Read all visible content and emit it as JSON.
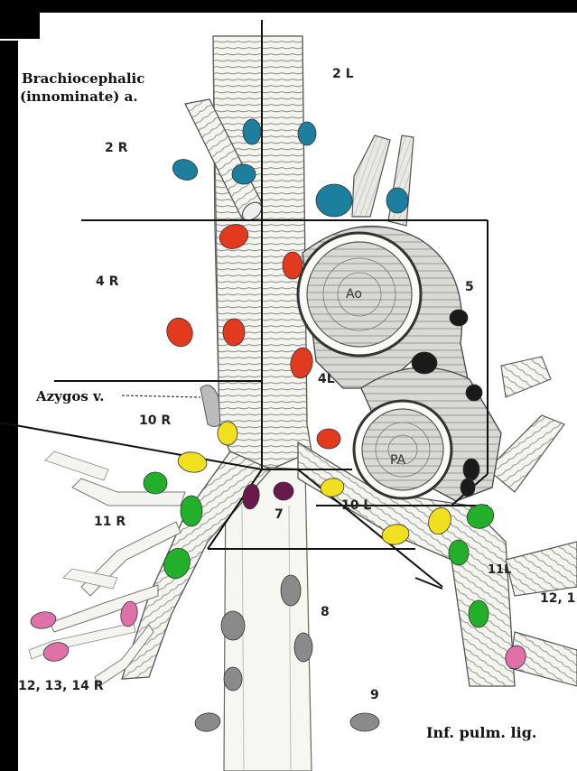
{
  "labels": {
    "brachiocephalic_line1": "Brachiocephalic",
    "brachiocephalic_line2": "(innominate) a.",
    "azygos": "Azygos v.",
    "inf_pulm_lig": "Inf. pulm. lig."
  },
  "vessels": {
    "aorta": "Ao",
    "pulmonary_artery": "PA"
  },
  "stations": {
    "s2L": "2 L",
    "s2R": "2 R",
    "s4R": "4 R",
    "s4L": "4L",
    "s5": "5",
    "s7": "7",
    "s8": "8",
    "s9": "9",
    "s10R": "10 R",
    "s10L": "10 L",
    "s11R": "11 R",
    "s11L": "11L",
    "s12_13_14R": "12, 13, 14 R",
    "s12L_partial": "12, 1"
  },
  "colors": {
    "blue_nodes": "#1d7f9e",
    "red_nodes": "#e23a1e",
    "yellow_nodes": "#f0e020",
    "purple_nodes": "#6a1a4a",
    "green_nodes": "#22b02a",
    "pink_nodes": "#e070a8",
    "gray_nodes": "#8a8a8a",
    "black_nodes": "#1a1a1a"
  }
}
